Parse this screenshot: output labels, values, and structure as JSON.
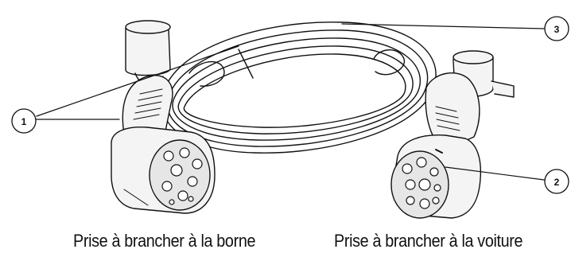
{
  "callouts": [
    {
      "number": "1"
    },
    {
      "number": "2"
    },
    {
      "number": "3"
    }
  ],
  "captions": {
    "left": "Prise à brancher à la borne",
    "right": "Prise à brancher à la voiture"
  },
  "colors": {
    "line": "#111111",
    "plug_fill": "#f4f4f4",
    "socket_fill": "#e6e6e6"
  }
}
